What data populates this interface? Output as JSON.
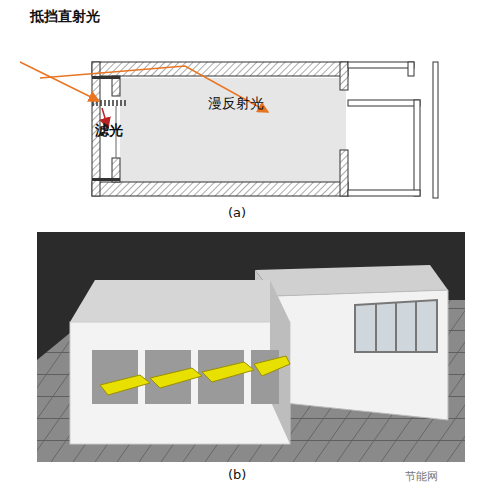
{
  "diagram": {
    "labels": [
      "抵挡直射光",
      "滤光",
      "漫反射光",
      "(a)",
      "(b)",
      "节能网"
    ]
  }
}
